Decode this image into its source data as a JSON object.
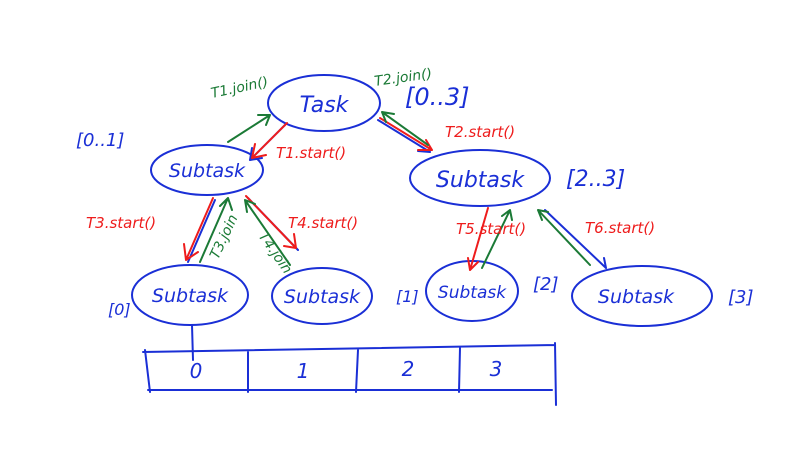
{
  "nodes": {
    "root": "Task",
    "left": "Subtask",
    "right": "Subtask",
    "leaf0": "Subtask",
    "leaf1": "Subtask",
    "leaf2": "Subtask",
    "leaf3": "Subtask"
  },
  "ranges": {
    "root": "[0..3]",
    "left": "[0..1]",
    "right": "[2..3]",
    "leaf0": "[0]",
    "leaf1": "[1]",
    "leaf2": "[2]",
    "leaf3": "[3]"
  },
  "calls": {
    "t1_join": "T1.join()",
    "t2_join": "T2.join()",
    "t1_start": "T1.start()",
    "t2_start": "T2.start()",
    "t3_start": "T3.start()",
    "t4_start": "T4.start()",
    "t3_join": "T3.join",
    "t4_join": "T4.join",
    "t5_start": "T5.start()",
    "t6_start": "T6.start()"
  },
  "array": [
    "0",
    "1",
    "2",
    "3"
  ],
  "colors": {
    "node": "#1a2fd6",
    "start": "#ee1c1c",
    "join": "#1b7a36"
  }
}
